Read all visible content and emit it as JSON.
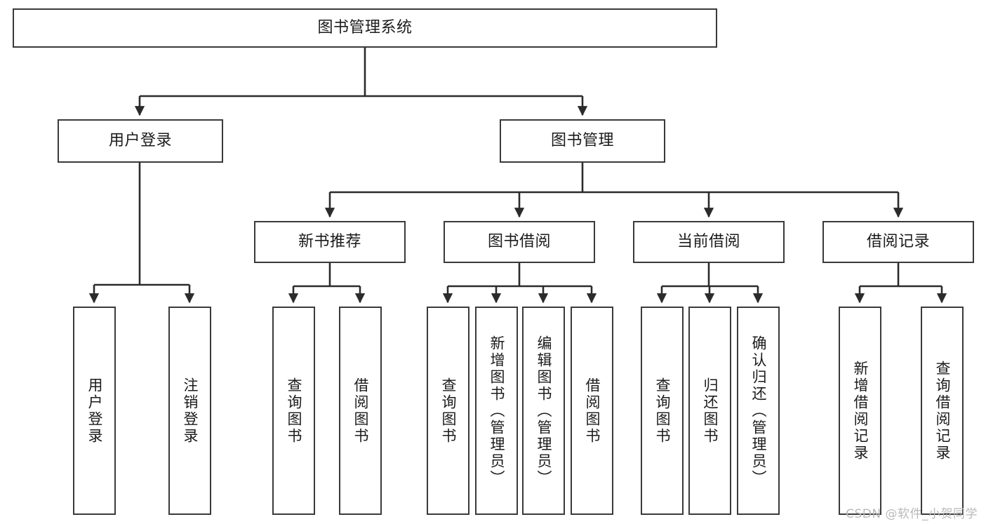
{
  "diagram": {
    "title": "图书管理系统",
    "type": "tree-hierarchy-diagram",
    "colors": {
      "box_border": "#3a3a3a",
      "box_fill": "#ffffff",
      "connector": "#2b2b2b",
      "text": "#1b1b1b",
      "watermark": "#b9b9b9"
    },
    "root": {
      "label": "图书管理系统"
    },
    "level2": [
      {
        "label": "用户登录"
      },
      {
        "label": "图书管理"
      }
    ],
    "level3": [
      {
        "label": "新书推荐"
      },
      {
        "label": "图书借阅"
      },
      {
        "label": "当前借阅"
      },
      {
        "label": "借阅记录"
      }
    ],
    "leaves": {
      "user_login": [
        {
          "label": "用户登录"
        },
        {
          "label": "注销登录"
        }
      ],
      "new_book_recommend": [
        {
          "label": "查询图书"
        },
        {
          "label": "借阅图书"
        }
      ],
      "book_borrow": [
        {
          "label": "查询图书"
        },
        {
          "label": "新增图书（管理员）"
        },
        {
          "label": "编辑图书（管理员）"
        },
        {
          "label": "借阅图书"
        }
      ],
      "current_borrow": [
        {
          "label": "查询图书"
        },
        {
          "label": "归还图书"
        },
        {
          "label": "确认归还（管理员）"
        }
      ],
      "borrow_record": [
        {
          "label": "新增借阅记录"
        },
        {
          "label": "查询借阅记录"
        }
      ]
    }
  },
  "watermark": {
    "text": "CSDN @软件_小贺同学"
  }
}
